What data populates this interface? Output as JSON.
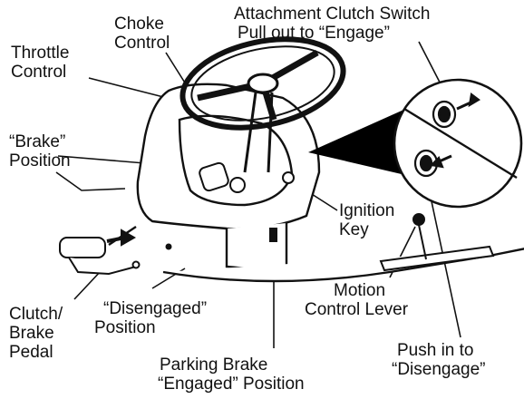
{
  "labels": {
    "choke": [
      "Choke",
      "Control"
    ],
    "attachment_clutch": [
      "Attachment Clutch Switch",
      "Pull out to “Engage”"
    ],
    "throttle": [
      "Throttle",
      "Control"
    ],
    "brake_position": [
      "“Brake”",
      "Position"
    ],
    "ignition": [
      "Ignition",
      "Key"
    ],
    "motion_control": [
      "Motion",
      "Control Lever"
    ],
    "disengaged_position": [
      "“Disengaged”",
      "Position"
    ],
    "clutch_brake": [
      "Clutch/",
      "Brake",
      "Pedal"
    ],
    "parking_brake": [
      "Parking Brake",
      "“Engaged” Position"
    ],
    "push_in": [
      "Push in to",
      "“Disengage”"
    ]
  },
  "colors": {
    "ink": "#111111",
    "shade": "#000000",
    "paper": "#ffffff"
  }
}
